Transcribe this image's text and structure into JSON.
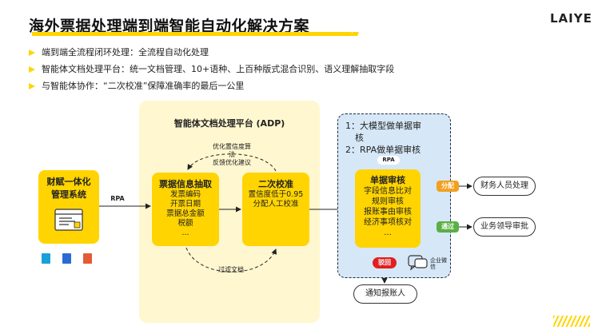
{
  "title": "海外票据处理端到端智能自动化解决方案",
  "logo": "LAIYE",
  "bullets": [
    "端到端全流程闭环处理：全流程自动化处理",
    "智能体文档处理平台：统一文档管理、10+语种、上百种版式混合识别、语义理解抽取字段",
    "与智能体协作：“二次校准”保障准确率的最后一公里"
  ],
  "left_card": {
    "title_line1": "财赋一体化",
    "title_line2": "管理系统"
  },
  "rpa_label": "RPA",
  "adp": {
    "title": "智能体文档处理平台 (ADP)",
    "loop_top_line1": "优化置信度算",
    "loop_top_line2": "法",
    "loop_top_line3": "反馈优化建议",
    "loop_bottom": "过滤文档",
    "extract": {
      "title": "票据信息抽取",
      "lines": [
        "发票编码",
        "开票日期",
        "票据总金额",
        "税额",
        "..."
      ]
    },
    "verify": {
      "title": "二次校准",
      "lines": [
        "置信度低于0.95",
        "分配人工校准"
      ]
    }
  },
  "review_panel": {
    "head_line1": "1：大模型做单据审",
    "head_line2": "核",
    "head_line3": "2：RPA做单据审核",
    "rpa_label": "RPA",
    "card": {
      "title": "单据审核",
      "lines": [
        "字段信息比对",
        "规则审核",
        "报账事由审核",
        "经济事项核对",
        "..."
      ]
    },
    "reject_label": "驳回",
    "wechat_label_line1": "企业微",
    "wechat_label_line2": "信"
  },
  "notify_label": "通知报账人",
  "assign_label": "分配",
  "pass_label": "通过",
  "finance_label": "财务人员处理",
  "leader_label": "业务领导审批",
  "colors": {
    "accent": "#ffd400",
    "green": "#59b044",
    "orange": "#f2a01e",
    "red": "#e02020",
    "panel_blue": "#d6e7f7",
    "panel_yellow": "#fff7cf"
  }
}
